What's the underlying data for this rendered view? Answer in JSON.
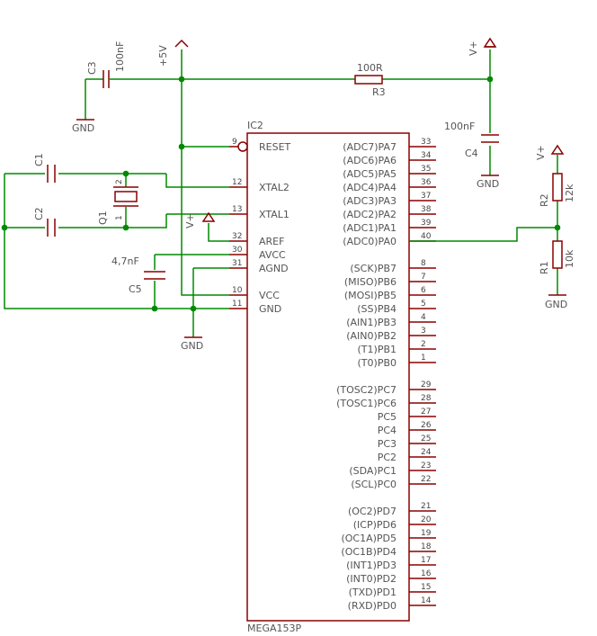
{
  "ic": {
    "name": "IC2",
    "part": "MEGA153P",
    "left_pins": [
      {
        "num": "9",
        "label": "RESET"
      },
      {
        "num": "12",
        "label": "XTAL2"
      },
      {
        "num": "13",
        "label": "XTAL1"
      },
      {
        "num": "32",
        "label": "AREF"
      },
      {
        "num": "30",
        "label": "AVCC"
      },
      {
        "num": "31",
        "label": "AGND"
      },
      {
        "num": "10",
        "label": "VCC"
      },
      {
        "num": "11",
        "label": "GND"
      }
    ],
    "right_pins": [
      {
        "num": "33",
        "label": "(ADC7)PA7"
      },
      {
        "num": "34",
        "label": "(ADC6)PA6"
      },
      {
        "num": "35",
        "label": "(ADC5)PA5"
      },
      {
        "num": "36",
        "label": "(ADC4)PA4"
      },
      {
        "num": "37",
        "label": "(ADC3)PA3"
      },
      {
        "num": "38",
        "label": "(ADC2)PA2"
      },
      {
        "num": "39",
        "label": "(ADC1)PA1"
      },
      {
        "num": "40",
        "label": "(ADC0)PA0"
      },
      {
        "num": "8",
        "label": "(SCK)PB7"
      },
      {
        "num": "7",
        "label": "(MISO)PB6"
      },
      {
        "num": "6",
        "label": "(MOSI)PB5"
      },
      {
        "num": "5",
        "label": "(SS)PB4"
      },
      {
        "num": "4",
        "label": "(AIN1)PB3"
      },
      {
        "num": "3",
        "label": "(AIN0)PB2"
      },
      {
        "num": "2",
        "label": "(T1)PB1"
      },
      {
        "num": "1",
        "label": "(T0)PB0"
      },
      {
        "num": "29",
        "label": "(TOSC2)PC7"
      },
      {
        "num": "28",
        "label": "(TOSC1)PC6"
      },
      {
        "num": "27",
        "label": "PC5"
      },
      {
        "num": "26",
        "label": "PC4"
      },
      {
        "num": "25",
        "label": "PC3"
      },
      {
        "num": "24",
        "label": "PC2"
      },
      {
        "num": "23",
        "label": "(SDA)PC1"
      },
      {
        "num": "22",
        "label": "(SCL)PC0"
      },
      {
        "num": "21",
        "label": "(OC2)PD7"
      },
      {
        "num": "20",
        "label": "(ICP)PD6"
      },
      {
        "num": "19",
        "label": "(OC1A)PD5"
      },
      {
        "num": "18",
        "label": "(OC1B)PD4"
      },
      {
        "num": "17",
        "label": "(INT1)PD3"
      },
      {
        "num": "16",
        "label": "(INT0)PD2"
      },
      {
        "num": "15",
        "label": "(TXD)PD1"
      },
      {
        "num": "14",
        "label": "(RXD)PD0"
      }
    ]
  },
  "components": {
    "c3": {
      "name": "C3",
      "value": "100nF"
    },
    "r3": {
      "name": "R3",
      "value": "100R"
    },
    "c4": {
      "name": "C4",
      "value": "100nF"
    },
    "c1": {
      "name": "C1"
    },
    "c2": {
      "name": "C2"
    },
    "q1": {
      "name": "Q1",
      "pin1": "1",
      "pin2": "2"
    },
    "c5": {
      "name": "C5",
      "value": "4,7nF"
    },
    "r2": {
      "name": "R2",
      "value": "12k"
    },
    "r1": {
      "name": "R1",
      "value": "10k"
    }
  },
  "supplies": {
    "plus5v": "+5V",
    "vplus": "V+",
    "gnd": "GND"
  },
  "colors": {
    "wire": "#008a00",
    "part": "#8a0000",
    "text": "#555555"
  }
}
